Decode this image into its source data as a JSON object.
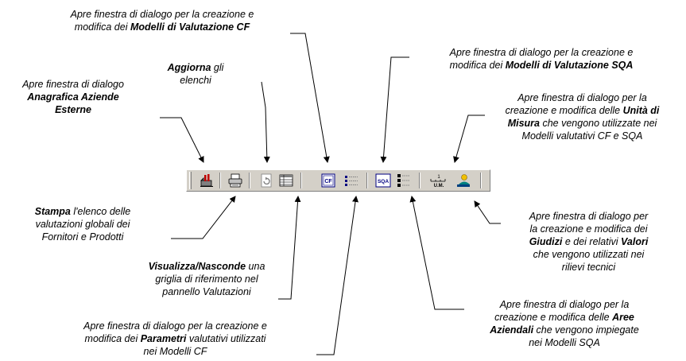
{
  "callouts": {
    "modelli_cf": {
      "line1": "Apre finestra di dialogo per la creazione e",
      "line2_pre": "modifica dei ",
      "line2_bold": "Modelli di Valutazione CF"
    },
    "aggiorna": {
      "bold": "Aggiorna",
      "rest": " gli",
      "line2": "elenchi"
    },
    "anagrafica": {
      "line1": "Apre finestra di dialogo",
      "line2": "Anagrafica Aziende",
      "line3": "Esterne"
    },
    "modelli_sqa": {
      "line1": "Apre finestra di dialogo per la creazione e",
      "line2_pre": "modifica dei ",
      "line2_bold": "Modelli di Valutazione SQA"
    },
    "unita_misura": {
      "line1": "Apre finestra di dialogo per la",
      "line2_pre": "creazione e modifica delle ",
      "line2_bold": "Unità di",
      "line3_bold": "Misura",
      "line3_rest": " che vengono utilizzate nei",
      "line4": "Modelli valutativi CF e SQA"
    },
    "stampa": {
      "bold": "Stampa",
      "rest": " l'elenco delle",
      "line2": "valutazioni globali dei",
      "line3": "Fornitori e Prodotti"
    },
    "visualizza": {
      "bold": "Visualizza/Nasconde",
      "rest": " una",
      "line2": "griglia di riferimento nel",
      "line3": "pannello Valutazioni"
    },
    "parametri": {
      "line1": "Apre finestra di dialogo per la creazione e",
      "line2_pre": "modifica dei ",
      "line2_bold": "Parametri",
      "line2_rest": " valutativi utilizzati",
      "line3": "nei Modelli CF"
    },
    "giudizi": {
      "line1": "Apre finestra di dialogo per",
      "line2": "la creazione e modifica dei",
      "line3_bold1": "Giudizi",
      "line3_mid": " e dei relativi ",
      "line3_bold2": "Valori",
      "line4": "che vengono utilizzati nei",
      "line5": "rilievi tecnici"
    },
    "aree": {
      "line1": "Apre finestra di dialogo per la",
      "line2_pre": "creazione e modifica delle ",
      "line2_bold": "Aree",
      "line3_bold": "Aziendali",
      "line3_rest": " che vengono impiegate",
      "line4": "nei Modelli SQA"
    }
  },
  "toolbar": {
    "icons": {
      "cf_label": "CF",
      "sqa_label": "SQA",
      "units_top": "1",
      "units_bottom": "U.M."
    }
  }
}
